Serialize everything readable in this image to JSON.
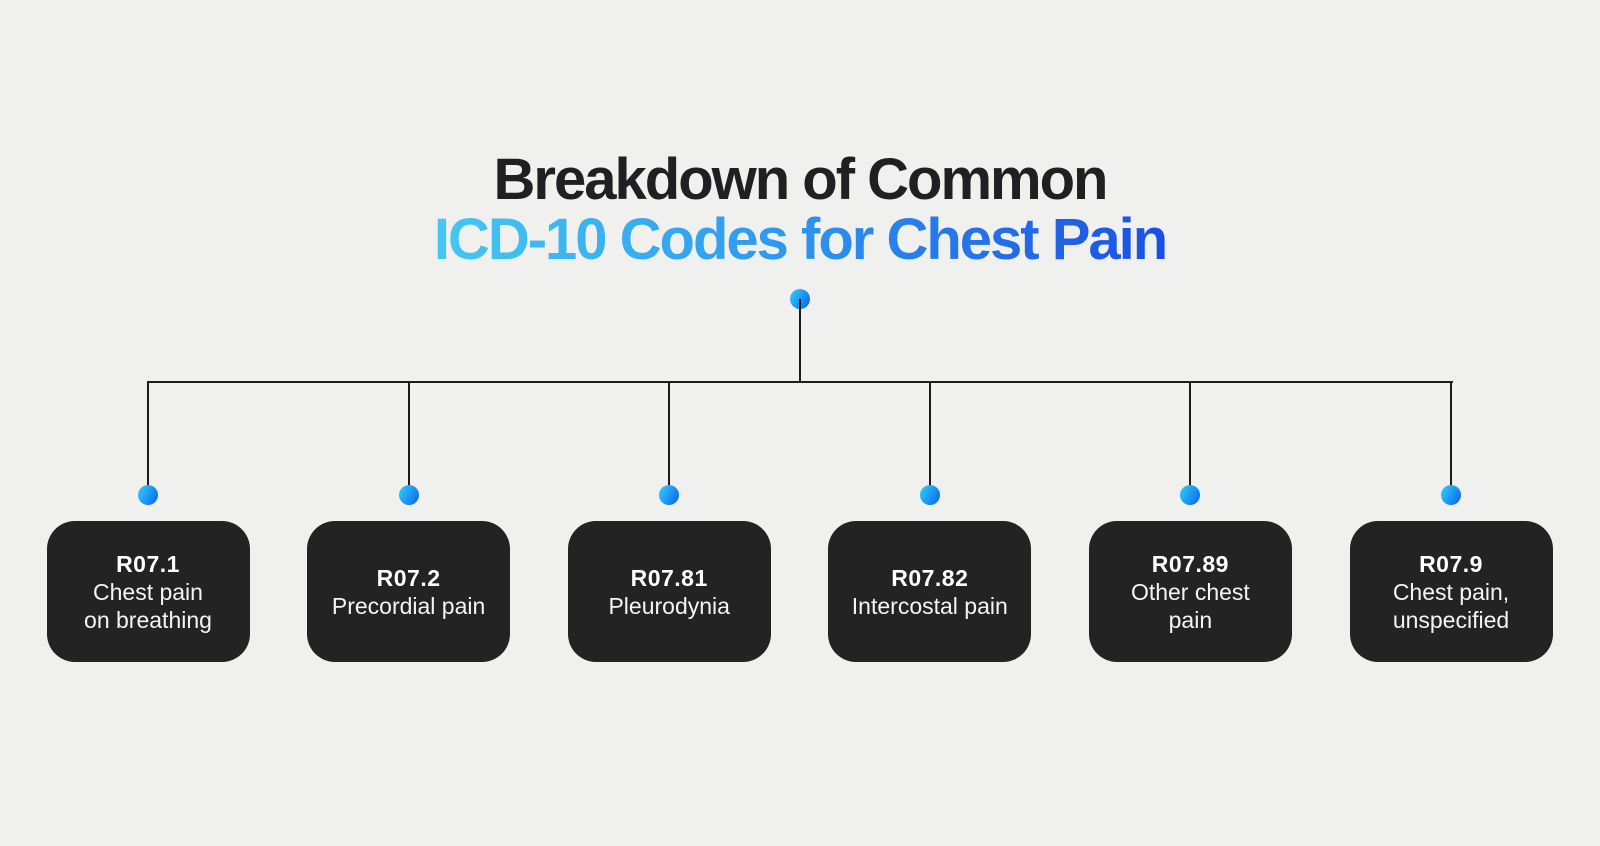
{
  "title": {
    "line1": "Breakdown of Common",
    "line2": "ICD-10 Codes for Chest Pain"
  },
  "colors": {
    "background": "#f0f0ee",
    "title_primary": "#202022",
    "title_gradient_start": "#45c8f0",
    "title_gradient_end": "#1b4fe4",
    "connector_line": "#1c1c1c",
    "node_dot_start": "#2fc7f8",
    "node_dot_end": "#0e6cf0",
    "box_background": "#232324",
    "box_text": "#f4f4f4"
  },
  "nodes": [
    {
      "code": "R07.1",
      "label": "Chest pain\non breathing"
    },
    {
      "code": "R07.2",
      "label": "Precordial pain"
    },
    {
      "code": "R07.81",
      "label": "Pleurodynia"
    },
    {
      "code": "R07.82",
      "label": "Intercostal pain"
    },
    {
      "code": "R07.89",
      "label": "Other chest\npain"
    },
    {
      "code": "R07.9",
      "label": "Chest pain,\nunspecified"
    }
  ]
}
